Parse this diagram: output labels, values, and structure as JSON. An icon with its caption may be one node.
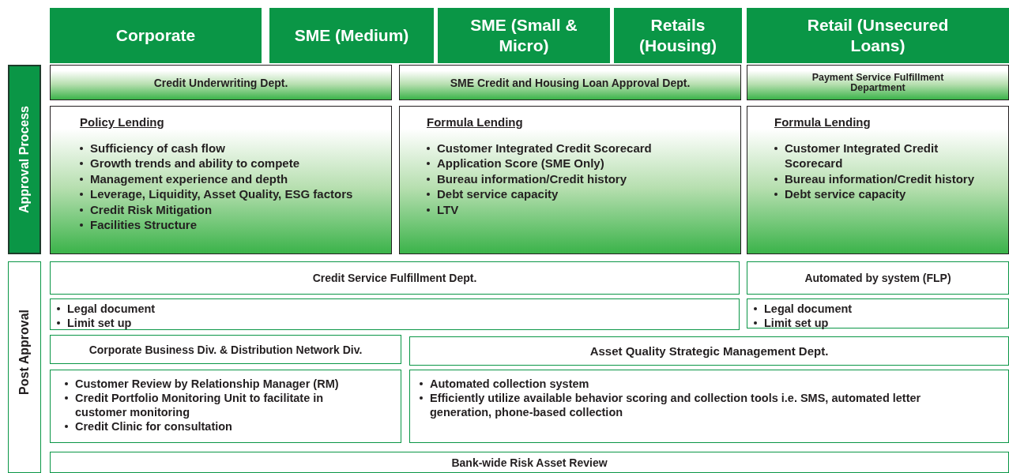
{
  "diagram": {
    "nodes": [
      {
        "text": [
          "Corporate"
        ]
      },
      {
        "text": [
          "SME (Medium)"
        ]
      },
      {
        "text": [
          "SME (Small & Micro)"
        ]
      },
      {
        "text": [
          "Retails (Housing)"
        ]
      },
      {
        "text": [
          "Retail (Unsecured Loans)"
        ]
      },
      {
        "text": [
          "Approval Process"
        ]
      },
      {
        "text": [
          "Credit Underwriting Dept."
        ]
      },
      {
        "text": [
          "SME Credit and Housing Loan Approval Dept."
        ]
      },
      {
        "text": [
          "Payment Service Fulfillment Department"
        ]
      },
      {
        "text": [
          "Policy Lending",
          "Sufficiency of cash flow",
          "Growth trends and ability to compete",
          "Management experience and depth",
          "Leverage, Liquidity, Asset Quality, ESG factors",
          "Credit Risk Mitigation",
          "Facilities Structure"
        ]
      },
      {
        "text": [
          "Formula Lending",
          "Customer Integrated Credit Scorecard",
          "Application Score (SME Only)",
          "Bureau information/Credit history",
          "Debt service capacity",
          "LTV"
        ]
      },
      {
        "text": [
          "Formula Lending",
          "Customer Integrated Credit Scorecard",
          "Bureau information/Credit history",
          "Debt service capacity"
        ]
      },
      {
        "text": [
          "Post Approval"
        ]
      },
      {
        "text": [
          "Credit Service Fulfillment Dept."
        ]
      },
      {
        "text": [
          "Automated by system (FLP)"
        ]
      },
      {
        "text": [
          "Legal document",
          "Limit set up"
        ]
      },
      {
        "text": [
          "Legal document",
          "Limit set up"
        ]
      },
      {
        "text": [
          "Corporate Business Div. & Distribution Network Div."
        ]
      },
      {
        "text": [
          "Asset Quality Strategic Management Dept."
        ]
      },
      {
        "text": [
          "Customer Review by Relationship Manager (RM)",
          "Credit Portfolio Monitoring Unit to facilitate in customer monitoring",
          "Credit Clinic for consultation"
        ]
      },
      {
        "text": [
          "Automated collection system",
          "Efficiently utilize available behavior scoring and collection tools i.e. SMS, automated letter generation, phone-based collection"
        ]
      },
      {
        "text": [
          "Bank-wide Risk Asset Review"
        ]
      }
    ]
  }
}
